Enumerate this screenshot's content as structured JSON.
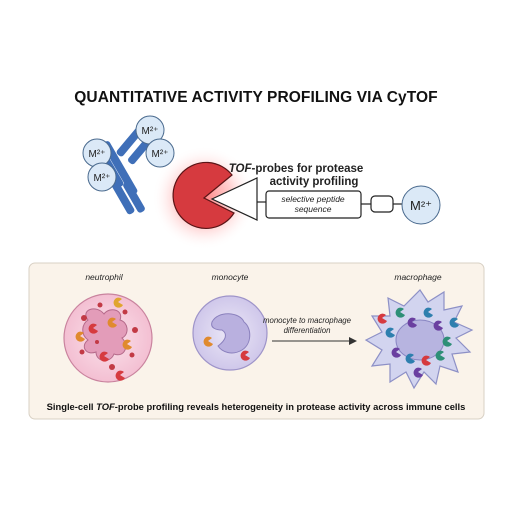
{
  "title": "QUANTITATIVE ACTIVITY PROFILING VIA CyTOF",
  "probe": {
    "heading_italic": "TOF",
    "heading_rest": "-probes for protease",
    "heading_line2": "activity profiling",
    "peptide_line1": "selective peptide",
    "peptide_line2": "sequence",
    "metal": "M²⁺"
  },
  "antibody": {
    "metal_tags": [
      "M²⁺",
      "M²⁺",
      "M²⁺",
      "M²⁺"
    ]
  },
  "cells": {
    "neutrophil": "neutrophil",
    "monocyte": "monocyte",
    "macrophage": "macrophage",
    "transition_line1": "monocyte to macrophage",
    "transition_line2": "differentiation"
  },
  "caption": {
    "prefix": "Single-cell ",
    "italic": "TOF",
    "suffix": "-probe profiling reveals heterogeneity in protease activity across immune cells"
  },
  "colors": {
    "antibody": "#3f6fb8",
    "metal_fill": "#dbe9f7",
    "protease": "#d63a3f",
    "glow": "#ff6b6b",
    "panel": "#faf3ea",
    "neutrophil": "#f7c9d8",
    "monocyte": "#d9d3ee",
    "macrophage": "#d2d4ef"
  }
}
